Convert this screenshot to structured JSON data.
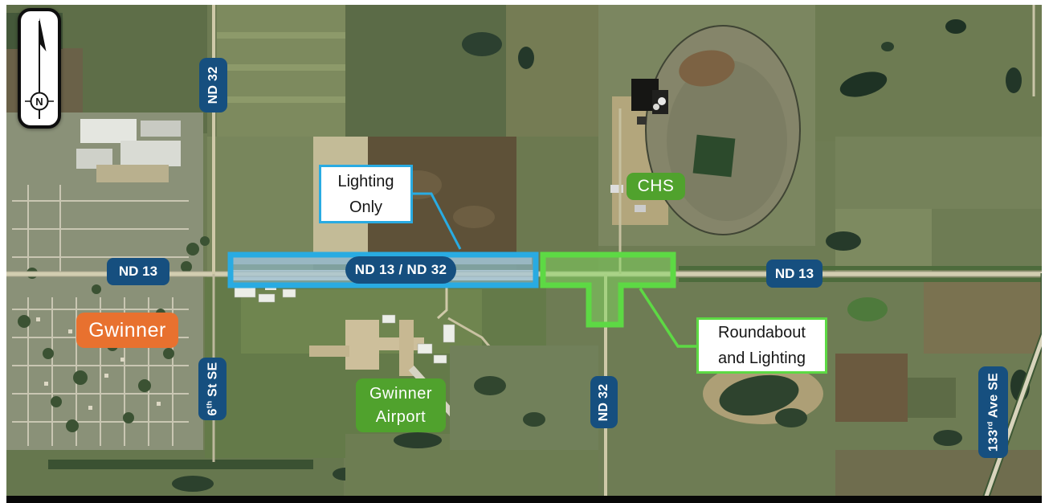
{
  "compass": {
    "letter": "N"
  },
  "roads": {
    "nd32_top": {
      "text": "ND 32"
    },
    "nd13_left": {
      "text": "ND 13"
    },
    "corridor_pill": {
      "text": "ND 13 / ND 32"
    },
    "nd13_right": {
      "text": "ND 13"
    },
    "sixth_st": {
      "pre": "6",
      "sup": "th",
      "rest": " St SE"
    },
    "nd32_south": {
      "text": "ND 32"
    },
    "ave_133": {
      "pre": "133",
      "sup": "rd",
      "rest": " Ave SE"
    }
  },
  "places": {
    "gwinner": {
      "text": "Gwinner"
    },
    "chs": {
      "text": "CHS"
    },
    "airport": {
      "line1": "Gwinner",
      "line2": "Airport"
    }
  },
  "callouts": {
    "lighting": {
      "line1": "Lighting",
      "line2": "Only"
    },
    "roundabout": {
      "line1": "Roundabout",
      "line2": "and Lighting"
    }
  },
  "colors": {
    "road_label_bg": "#164f7f",
    "place_orange": "#e8712f",
    "place_green": "#50a22d",
    "highlight_blue": "#29abe2",
    "highlight_green": "#5dd944"
  }
}
